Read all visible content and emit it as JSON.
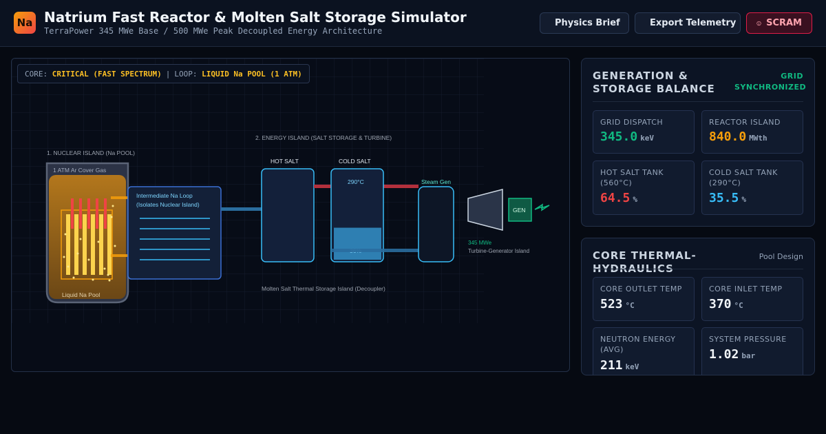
{
  "header": {
    "logo": "Na",
    "title": "Natrium Fast Reactor & Molten Salt Storage Simulator",
    "subtitle": "TerraPower 345 MWe Base / 500 MWe Peak Decoupled Energy Architecture",
    "buttons": {
      "brief": "Physics Brief",
      "export": "Export Telemetry",
      "scram": "SCRAM"
    }
  },
  "status": {
    "core_label": "CORE:",
    "core_value": "CRITICAL (FAST SPECTRUM)",
    "separator": "|",
    "loop_label": "LOOP:",
    "loop_value": "LIQUID Na POOL (1 ATM)"
  },
  "diagram": {
    "nuclear_island_label": "1. NUCLEAR ISLAND (Na POOL)",
    "cover_gas_label": "1 ATM Ar Cover Gas",
    "pool_label": "Liquid Na Pool",
    "intermediate_loop_line1": "Intermediate Na Loop",
    "intermediate_loop_line2": "(Isolates Nuclear Island)",
    "energy_island_label": "2. ENERGY ISLAND (SALT STORAGE & TURBINE)",
    "hot_salt_label": "HOT SALT",
    "cold_salt_label": "COLD SALT",
    "cold_salt_temp": "290°C",
    "cold_salt_level_text": "36%",
    "cold_salt_level": 0.36,
    "steam_gen_label": "Steam Gen",
    "generator_label": "GEN",
    "output_label": "345 MWe",
    "turbine_label": "Turbine-Generator Island",
    "storage_caption": "Molten Salt Thermal Storage Island (Decoupler)"
  },
  "generation": {
    "title": "GENERATION & STORAGE BALANCE",
    "badge": "GRID SYNCHRONIZED",
    "metrics": [
      {
        "label": "GRID DISPATCH",
        "value": "345.0",
        "unit": "keV",
        "color": "#10b981"
      },
      {
        "label": "REACTOR ISLAND",
        "value": "840.0",
        "unit": "MWth",
        "color": "#f59e0b"
      },
      {
        "label": "HOT SALT TANK (560°C)",
        "value": "64.5",
        "unit": "%",
        "color": "#ef4444"
      },
      {
        "label": "COLD SALT TANK (290°C)",
        "value": "35.5",
        "unit": "%",
        "color": "#38bdf8"
      }
    ]
  },
  "core": {
    "title": "CORE THERMAL-HYDRAULICS",
    "badge": "Pool Design",
    "metrics": [
      {
        "label": "CORE OUTLET TEMP",
        "value": "523",
        "unit": "°C",
        "color": "#f1f5f9"
      },
      {
        "label": "CORE INLET TEMP",
        "value": "370",
        "unit": "°C",
        "color": "#f1f5f9"
      },
      {
        "label": "NEUTRON ENERGY (AVG)",
        "value": "211",
        "unit": "keV",
        "color": "#f1f5f9"
      },
      {
        "label": "SYSTEM PRESSURE",
        "value": "1.02",
        "unit": "bar",
        "color": "#f1f5f9"
      }
    ]
  }
}
